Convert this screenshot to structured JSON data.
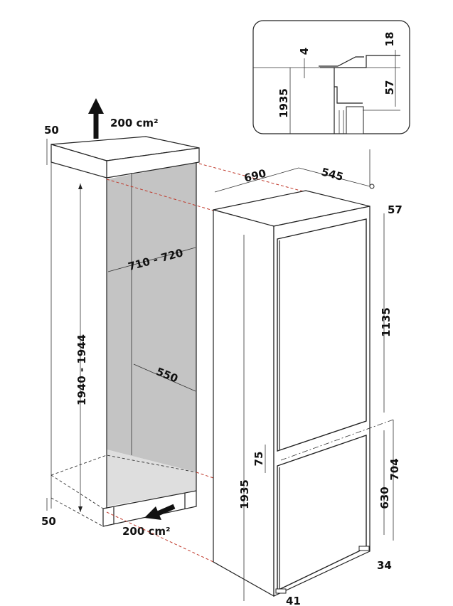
{
  "niche": {
    "ventilation_top": "200 cm²",
    "ventilation_bottom": "200 cm²",
    "top_offset": "50",
    "bottom_offset": "50",
    "height": "1940 - 1944",
    "width": "710 - 720",
    "depth": "550"
  },
  "appliance": {
    "depth": "690",
    "width": "545",
    "top_gap": "57",
    "upper_door": "1135",
    "door_gap": "75",
    "height": "1935",
    "lower_section": "704",
    "lower_door": "630",
    "bottom_gap": "34",
    "foot": "41"
  },
  "detail": {
    "gap": "4",
    "top": "18",
    "offset": "57",
    "height": "1935"
  },
  "colors": {
    "dash_red": "#c0392b",
    "panel_gray": "#c4c4c4"
  }
}
